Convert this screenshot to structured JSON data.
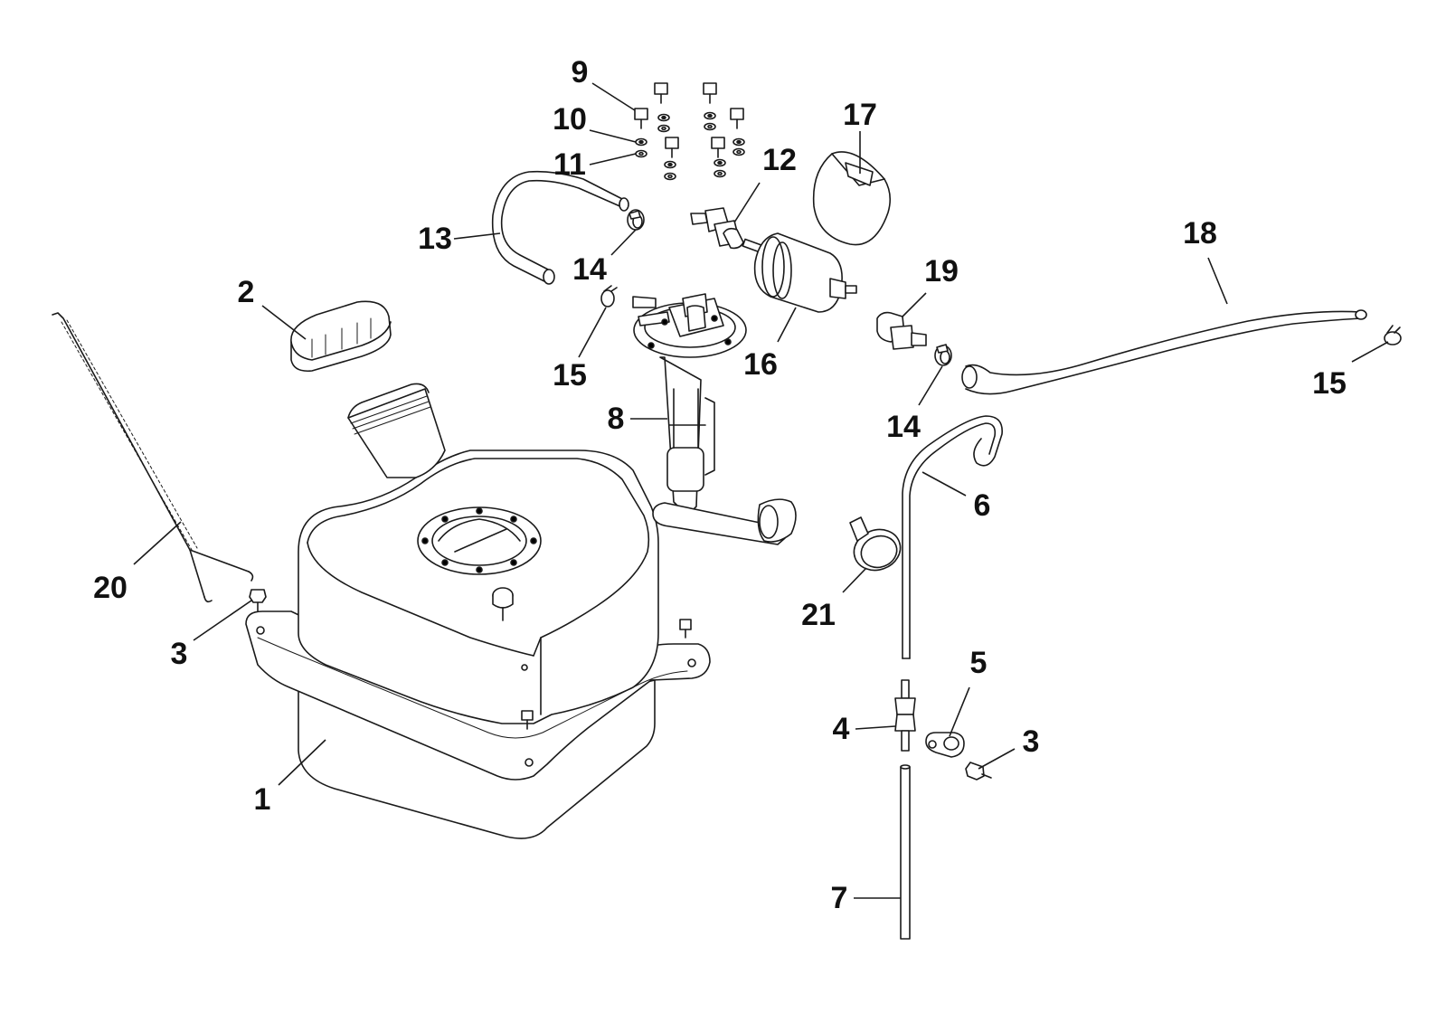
{
  "callouts": [
    {
      "id": "c1",
      "text": "1"
    },
    {
      "id": "c2",
      "text": "2"
    },
    {
      "id": "c3a",
      "text": "3"
    },
    {
      "id": "c3b",
      "text": "3"
    },
    {
      "id": "c4",
      "text": "4"
    },
    {
      "id": "c5",
      "text": "5"
    },
    {
      "id": "c6",
      "text": "6"
    },
    {
      "id": "c7",
      "text": "7"
    },
    {
      "id": "c8",
      "text": "8"
    },
    {
      "id": "c9",
      "text": "9"
    },
    {
      "id": "c10",
      "text": "10"
    },
    {
      "id": "c11",
      "text": "11"
    },
    {
      "id": "c12",
      "text": "12"
    },
    {
      "id": "c13",
      "text": "13"
    },
    {
      "id": "c14a",
      "text": "14"
    },
    {
      "id": "c14b",
      "text": "14"
    },
    {
      "id": "c15a",
      "text": "15"
    },
    {
      "id": "c15b",
      "text": "15"
    },
    {
      "id": "c16",
      "text": "16"
    },
    {
      "id": "c17",
      "text": "17"
    },
    {
      "id": "c18",
      "text": "18"
    },
    {
      "id": "c19",
      "text": "19"
    },
    {
      "id": "c20",
      "text": "20"
    },
    {
      "id": "c21",
      "text": "21"
    }
  ]
}
